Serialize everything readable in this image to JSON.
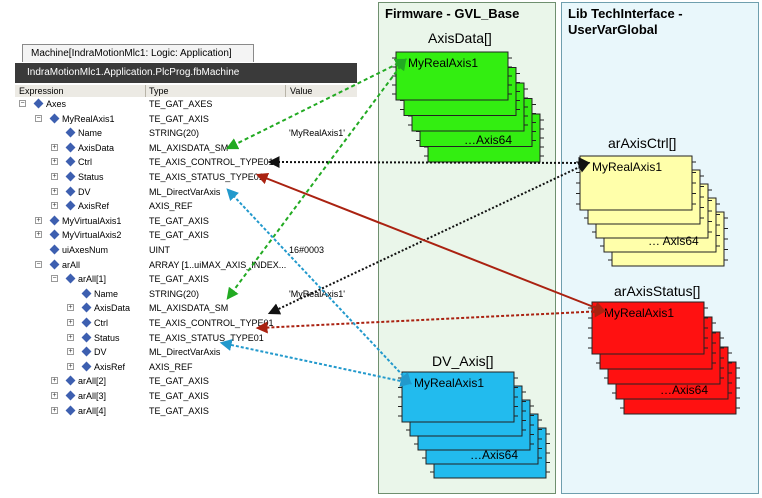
{
  "panels": {
    "firmware_title": "Firmware - GVL_Base",
    "lib_title_line1": "Lib TechInterface -",
    "lib_title_line2": "UserVarGlobal"
  },
  "editor": {
    "tab_title": "Machine[IndraMotionMlc1: Logic: Application]",
    "path": "IndraMotionMlc1.Application.PlcProg.fbMachine",
    "columns": {
      "expression": "Expression",
      "type": "Type",
      "value": "Value"
    },
    "rows": [
      {
        "name": "Axes",
        "type": "TE_GAT_AXES",
        "value": "",
        "indent": 0,
        "toggle": "−"
      },
      {
        "name": "MyRealAxis1",
        "type": "TE_GAT_AXIS",
        "value": "",
        "indent": 1,
        "toggle": "−"
      },
      {
        "name": "Name",
        "type": "STRING(20)",
        "value": "'MyRealAxis1'",
        "indent": 2,
        "toggle": ""
      },
      {
        "name": "AxisData",
        "type": "ML_AXISDATA_SM",
        "value": "",
        "indent": 2,
        "toggle": "+"
      },
      {
        "name": "Ctrl",
        "type": "TE_AXIS_CONTROL_TYPE01",
        "value": "",
        "indent": 2,
        "toggle": "+"
      },
      {
        "name": "Status",
        "type": "TE_AXIS_STATUS_TYPE01",
        "value": "",
        "indent": 2,
        "toggle": "+"
      },
      {
        "name": "DV",
        "type": "ML_DirectVarAxis",
        "value": "",
        "indent": 2,
        "toggle": "+"
      },
      {
        "name": "AxisRef",
        "type": "AXIS_REF",
        "value": "",
        "indent": 2,
        "toggle": "+"
      },
      {
        "name": "MyVirtualAxis1",
        "type": "TE_GAT_AXIS",
        "value": "",
        "indent": 1,
        "toggle": "+"
      },
      {
        "name": "MyVirtualAxis2",
        "type": "TE_GAT_AXIS",
        "value": "",
        "indent": 1,
        "toggle": "+"
      },
      {
        "name": "uiAxesNum",
        "type": "UINT",
        "value": "16#0003",
        "indent": 1,
        "toggle": ""
      },
      {
        "name": "arAll",
        "type": "ARRAY [1..uiMAX_AXIS_INDEX...",
        "value": "",
        "indent": 1,
        "toggle": "−"
      },
      {
        "name": "arAll[1]",
        "type": "TE_GAT_AXIS",
        "value": "",
        "indent": 2,
        "toggle": "−"
      },
      {
        "name": "Name",
        "type": "STRING(20)",
        "value": "'MyRealAxis1'",
        "indent": 3,
        "toggle": ""
      },
      {
        "name": "AxisData",
        "type": "ML_AXISDATA_SM",
        "value": "",
        "indent": 3,
        "toggle": "+"
      },
      {
        "name": "Ctrl",
        "type": "TE_AXIS_CONTROL_TYPE01",
        "value": "",
        "indent": 3,
        "toggle": "+"
      },
      {
        "name": "Status",
        "type": "TE_AXIS_STATUS_TYPE01",
        "value": "",
        "indent": 3,
        "toggle": "+"
      },
      {
        "name": "DV",
        "type": "ML_DirectVarAxis",
        "value": "",
        "indent": 3,
        "toggle": "+"
      },
      {
        "name": "AxisRef",
        "type": "AXIS_REF",
        "value": "",
        "indent": 3,
        "toggle": "+"
      },
      {
        "name": "arAll[2]",
        "type": "TE_GAT_AXIS",
        "value": "",
        "indent": 2,
        "toggle": "+"
      },
      {
        "name": "arAll[3]",
        "type": "TE_GAT_AXIS",
        "value": "",
        "indent": 2,
        "toggle": "+"
      },
      {
        "name": "arAll[4]",
        "type": "TE_GAT_AXIS",
        "value": "",
        "indent": 2,
        "toggle": "+"
      }
    ]
  },
  "stacks": [
    {
      "title": "AxisData[]",
      "first": "MyRealAxis1",
      "last": "…Axis64",
      "color": "#33ee11"
    },
    {
      "title": "arAxisCtrl[]",
      "first": "MyRealAxis1",
      "last": "… Axis64",
      "color": "#ffffaa"
    },
    {
      "title": "arAxisStatus[]",
      "first": "MyRealAxis1",
      "last": "…Axis64",
      "color": "#ff1111"
    },
    {
      "title": "DV_Axis[]",
      "first": "MyRealAxis1",
      "last": "…Axis64",
      "color": "#22bbee"
    }
  ],
  "colors": {
    "axisdata_link": "#22aa22",
    "ctrl_link": "#111111",
    "status_link": "#aa2211",
    "dv_link": "#2299cc"
  }
}
